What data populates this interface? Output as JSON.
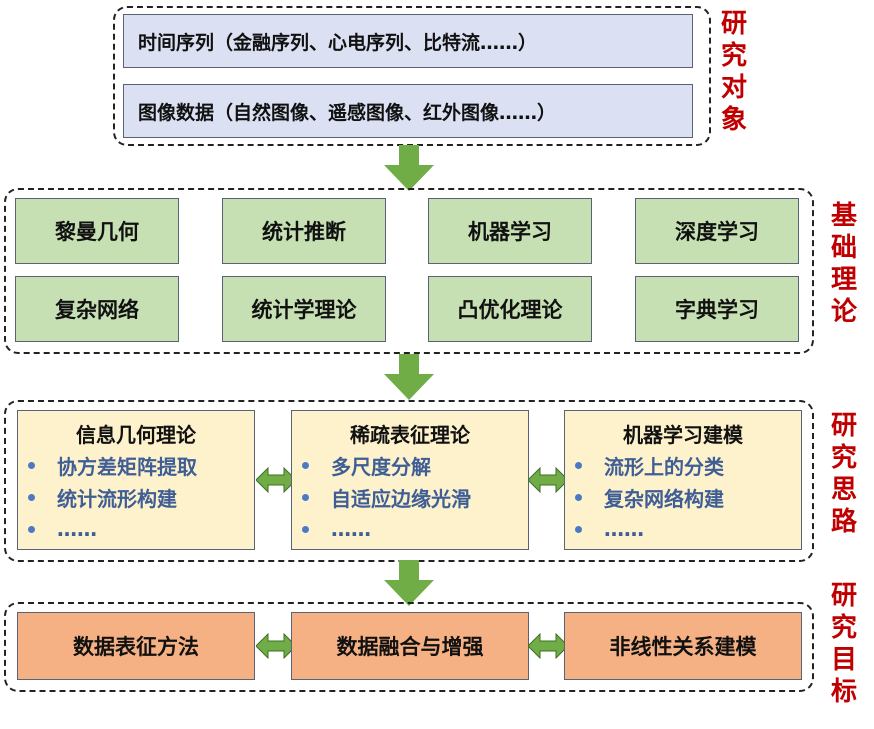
{
  "research_object": {
    "items": [
      "时间序列（金融序列、心电序列、比特流……）",
      "图像数据（自然图像、遥感图像、红外图像……）"
    ],
    "label": [
      "研",
      "究",
      "对",
      "象"
    ]
  },
  "foundation_theory": {
    "items": [
      "黎曼几何",
      "统计推断",
      "机器学习",
      "深度学习",
      "复杂网络",
      "统计学理论",
      "凸优化理论",
      "字典学习"
    ],
    "label": [
      "基",
      "础",
      "理",
      "论"
    ]
  },
  "research_approach": {
    "boxes": [
      {
        "title": "信息几何理论",
        "bullets": [
          "协方差矩阵提取",
          "统计流形构建",
          "……"
        ]
      },
      {
        "title": "稀疏表征理论",
        "bullets": [
          "多尺度分解",
          "自适应边缘光滑",
          "……"
        ]
      },
      {
        "title": "机器学习建模",
        "bullets": [
          "流形上的分类",
          "复杂网络构建",
          "……"
        ]
      }
    ],
    "label": [
      "研",
      "究",
      "思",
      "路"
    ]
  },
  "research_goal": {
    "items": [
      "数据表征方法",
      "数据融合与增强",
      "非线性关系建模"
    ],
    "label": [
      "研",
      "究",
      "目",
      "标"
    ]
  },
  "colors": {
    "blue_fill": "#dbe0f2",
    "green_fill": "#c6e0b3",
    "yellow_fill": "#fdf2cc",
    "orange_fill": "#f5b183",
    "arrow_green": "#70ad47",
    "label_red": "#c00000",
    "bullet_text": "#3f5e96"
  }
}
